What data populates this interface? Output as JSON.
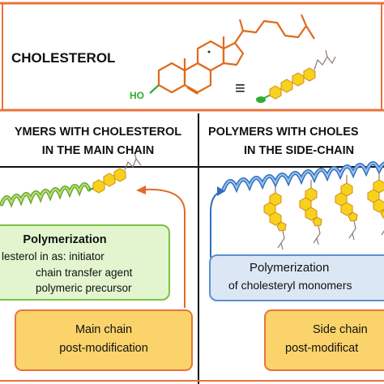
{
  "top": {
    "title": "CHOLESTEROL",
    "ho_label": "HO",
    "equiv_symbol": "≡"
  },
  "left": {
    "heading_line1": "YMERS WITH CHOLESTEROL",
    "heading_line2": "IN THE MAIN CHAIN",
    "poly_title": "Polymerization",
    "poly_line1": "lesterol in as:  initiator",
    "poly_line2": "chain transfer agent",
    "poly_line3": "polymeric precursor",
    "post_line1": "Main chain",
    "post_line2": "post-modification"
  },
  "right": {
    "heading_line1": "POLYMERS WITH CHOLES",
    "heading_line2": "IN THE SIDE-CHAIN",
    "poly_title": "Polymerization",
    "poly_line1": "of cholesteryl monomers",
    "post_line1": "Side chain",
    "post_line2": "post-modificat"
  },
  "colors": {
    "frame_orange": "#e8743b",
    "green_box_fill": "#e2f5cf",
    "green_box_border": "#7cc242",
    "blue_box_fill": "#dbe7f5",
    "blue_box_border": "#5b8fcf",
    "yellow_box_fill": "#fbd36b",
    "yellow_box_border": "#e8743b",
    "steroid_orange": "#e06a1a",
    "ring_yellow": "#f6d21e",
    "ho_green": "#2fae2f",
    "helix_green": "#8cc63e",
    "helix_blue": "#2f6ebf",
    "arrow_orange": "#e06a2a",
    "arrow_blue": "#2f6ebf"
  }
}
